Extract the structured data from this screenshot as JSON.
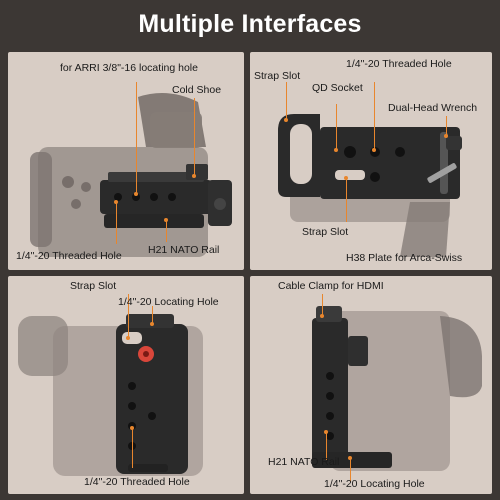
{
  "title": "Multiple Interfaces",
  "colors": {
    "background": "#3c3734",
    "panel": "#d8cdc5",
    "leader_line": "#e8862d",
    "cage": "#2a2a2a",
    "camera_ghost": "#8f8580",
    "accent_knob": "#d9463a"
  },
  "panels": {
    "top_left": {
      "labels": {
        "arri_hole": "for ARRI 3/8\"-16 locating hole",
        "cold_shoe": "Cold Shoe",
        "threaded_hole": "1/4\"-20 Threaded Hole",
        "nato_rail": "H21 NATO Rail"
      }
    },
    "top_right": {
      "labels": {
        "strap_slot_top": "Strap Slot",
        "threaded_hole": "1/4\"-20 Threaded Hole",
        "qd_socket": "QD Socket",
        "wrench": "Dual-Head Wrench",
        "strap_slot_bottom": "Strap Slot",
        "plate": "H38 Plate for Arca-Swiss"
      }
    },
    "bottom_left": {
      "labels": {
        "strap_slot": "Strap Slot",
        "locating_hole": "1/4\"-20 Locating Hole",
        "threaded_hole": "1/4\"-20 Threaded Hole"
      }
    },
    "bottom_right": {
      "labels": {
        "cable_clamp": "Cable Clamp for HDMI",
        "nato_rail": "H21 NATO Rail",
        "locating_hole": "1/4\"-20 Locating Hole"
      }
    }
  }
}
